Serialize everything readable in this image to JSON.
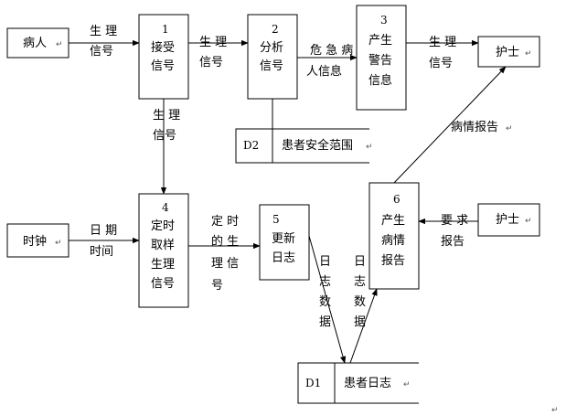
{
  "entities": {
    "patient": "病人",
    "clock": "时钟",
    "nurse_top": "护士",
    "nurse_bottom": "护士"
  },
  "processes": {
    "p1": {
      "num": "1",
      "lines": [
        "接受",
        "信号"
      ]
    },
    "p2": {
      "num": "2",
      "lines": [
        "分析",
        "信号"
      ]
    },
    "p3": {
      "num": "3",
      "lines": [
        "产生",
        "警告",
        "信息"
      ]
    },
    "p4": {
      "num": "4",
      "lines": [
        "定时",
        "取样",
        "生理",
        "信号"
      ]
    },
    "p5": {
      "num": "5",
      "lines": [
        "更新",
        "日志"
      ]
    },
    "p6": {
      "num": "6",
      "lines": [
        "产生",
        "病情",
        "报告"
      ]
    }
  },
  "stores": {
    "d2": {
      "id": "D2",
      "name": "患者安全范围"
    },
    "d1": {
      "id": "D1",
      "name": "患者日志"
    }
  },
  "flows": {
    "patient_to_p1": [
      "生 理",
      "信号"
    ],
    "p1_to_p2": [
      "生 理",
      "信号"
    ],
    "p2_to_p3": [
      "危 急 病",
      "人信息"
    ],
    "p3_to_nurse": [
      "生 理",
      "信号"
    ],
    "p1_to_p4": [
      "生 理",
      "信号"
    ],
    "clock_to_p4": [
      "日 期",
      "时间"
    ],
    "p4_to_p5": [
      "定 时",
      "的 生",
      "理 信",
      "号"
    ],
    "p5_to_d1": [
      "日",
      "志",
      "数",
      "据"
    ],
    "d1_to_p6": [
      "日",
      "志",
      "数",
      "据"
    ],
    "nurse_to_p6": [
      "要 求",
      "报告"
    ],
    "p6_to_nurse": "病情报告"
  }
}
